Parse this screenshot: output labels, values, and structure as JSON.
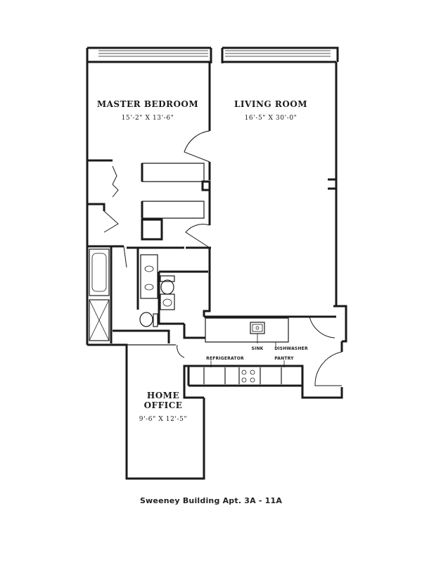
{
  "rooms": {
    "master_bedroom": {
      "name": "MASTER BEDROOM",
      "dims": "15'-2\" X 13'-6\""
    },
    "living_room": {
      "name": "LIVING ROOM",
      "dims": "16'-5\" X 30'-0\""
    },
    "home_office": {
      "name_line1": "HOME",
      "name_line2": "OFFICE",
      "dims": "9'-6\" X 12'-5\""
    }
  },
  "fixtures": {
    "sink": "SINK",
    "dishwasher": "DISHWASHER",
    "refrigerator": "REFRIGERATOR",
    "pantry": "PANTRY"
  },
  "caption": "Sweeney Building Apt. 3A - 11A"
}
